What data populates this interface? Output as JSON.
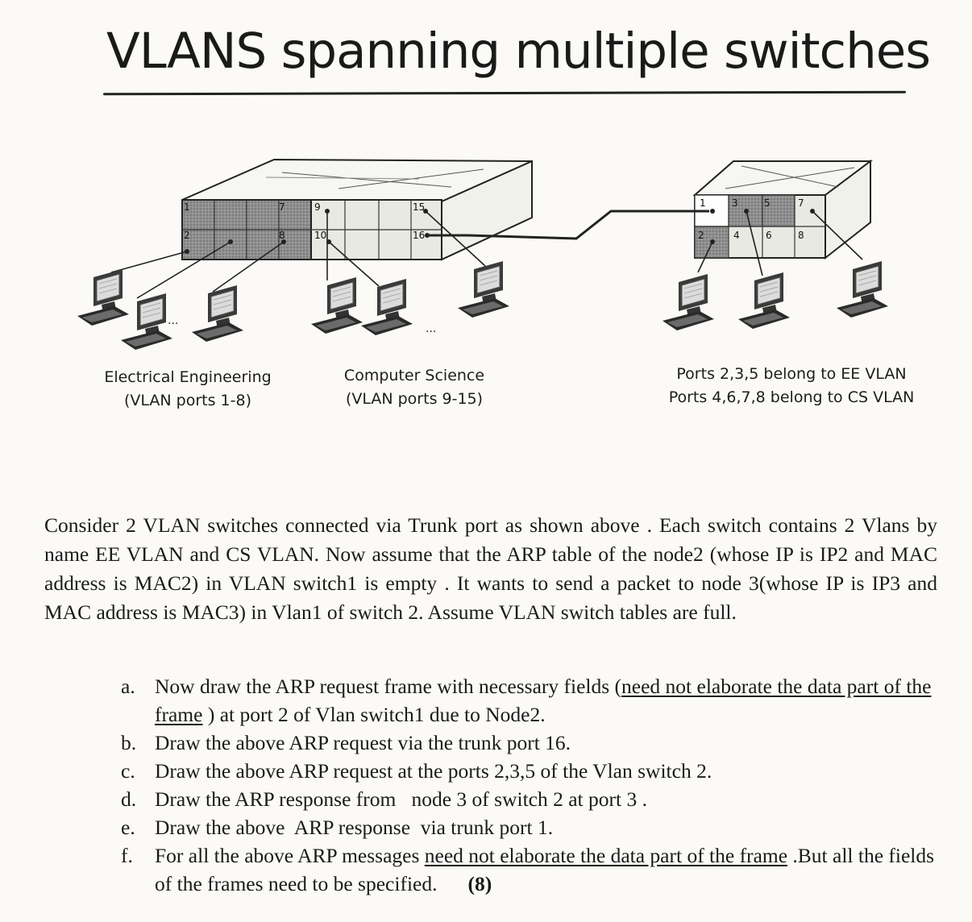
{
  "title": "VLANS spanning multiple switches",
  "diagram": {
    "switch1_ports_top": [
      "1",
      "7",
      "9",
      "15"
    ],
    "switch1_ports_bottom": [
      "2",
      "8",
      "10",
      "16"
    ],
    "switch2_ports_top": [
      "1",
      "3",
      "5",
      "7"
    ],
    "switch2_ports_bottom": [
      "2",
      "4",
      "6",
      "8"
    ],
    "ellipsis_left": "...",
    "ellipsis_right": "...",
    "caption_ee": [
      "Electrical Engineering",
      "(VLAN ports 1-8)"
    ],
    "caption_cs": [
      "Computer Science",
      "(VLAN ports 9-15)"
    ],
    "caption_switch2": [
      "Ports 2,3,5 belong to EE VLAN",
      "Ports 4,6,7,8 belong to CS VLAN"
    ],
    "colors": {
      "ee_port": "#9a9a9a",
      "cs_port": "#e9e9e3",
      "line": "#222222"
    }
  },
  "paragraph": "Consider 2 VLAN switches connected via Trunk port as shown above . Each switch contains 2 Vlans by name EE VLAN and CS VLAN. Now assume that the ARP table of the node2 (whose IP is IP2 and MAC address is MAC2) in VLAN switch1 is empty . It wants to send a packet to node 3(whose IP is IP3 and MAC address is MAC3) in Vlan1 of switch 2. Assume VLAN switch tables are full.",
  "questions": {
    "a": {
      "label": "a.",
      "pre": "Now draw the ARP request frame with necessary fields (",
      "underlined": "need not elaborate the data part of the frame",
      "post": " ) at port 2 of Vlan switch1 due to Node2."
    },
    "b": {
      "label": "b.",
      "text": "Draw the above ARP request via the trunk port 16."
    },
    "c": {
      "label": "c.",
      "text": "Draw the above ARP request at the ports 2,3,5 of the Vlan switch 2."
    },
    "d": {
      "label": "d.",
      "text": "Draw the ARP response from   node 3 of switch 2 at port 3 ."
    },
    "e": {
      "label": "e.",
      "text": "Draw the above  ARP response  via trunk port 1."
    },
    "f": {
      "label": "f.",
      "pre": "For all the above ARP messages ",
      "underlined": "need not elaborate the data part of the frame",
      "post": " .But all the fields of the frames need to be specified.",
      "marks": "(8)"
    }
  }
}
